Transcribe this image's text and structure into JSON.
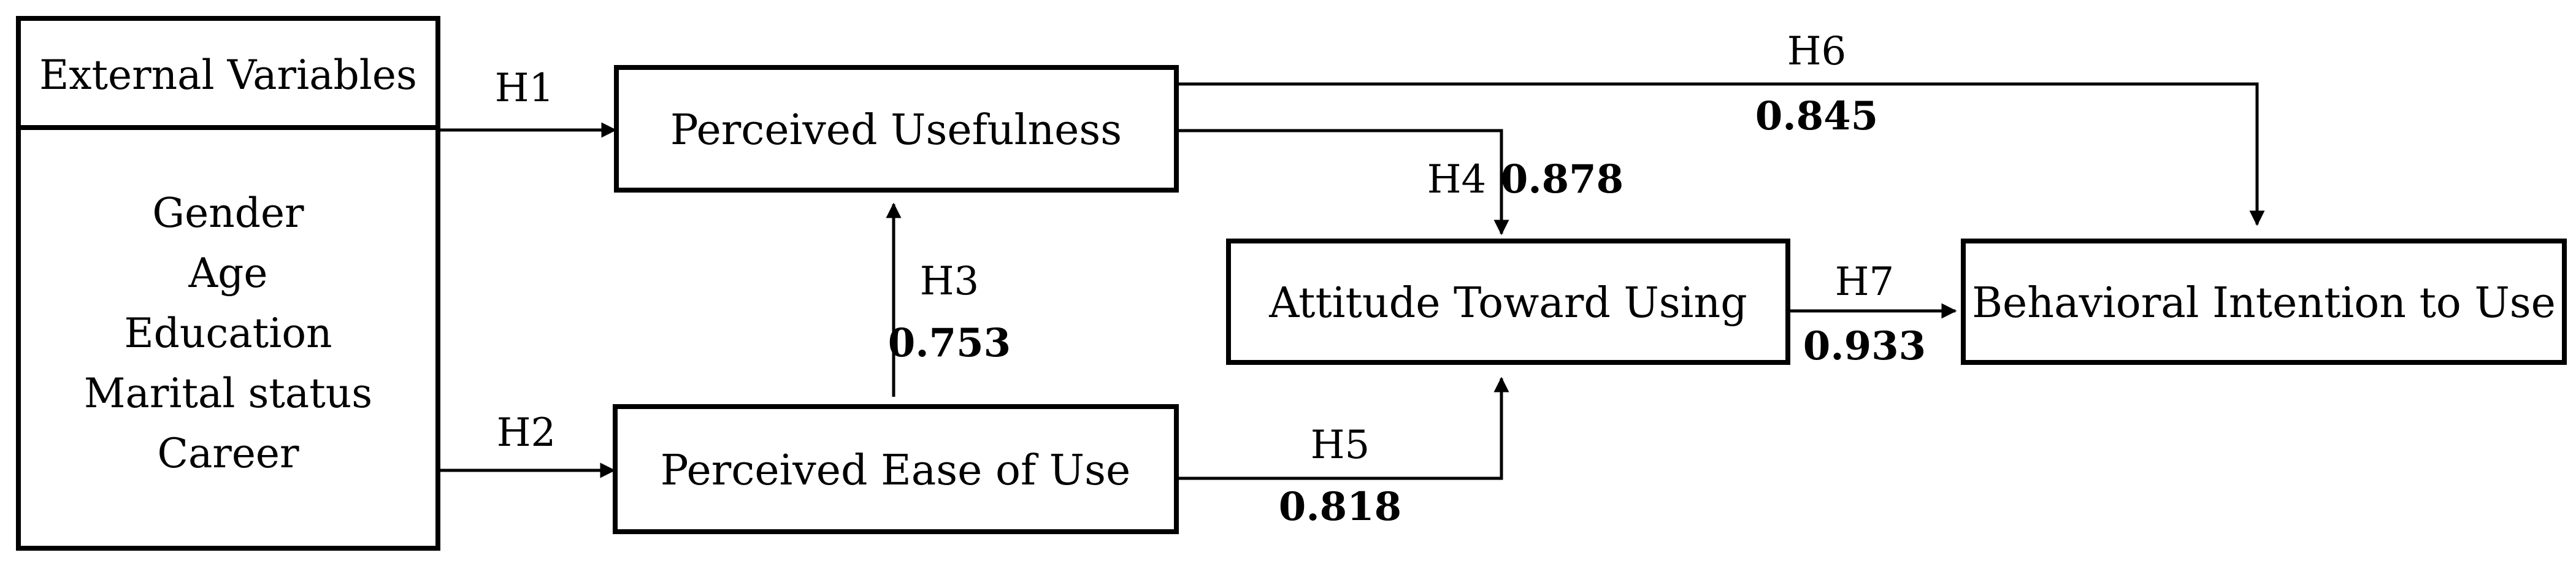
{
  "external": {
    "title": "External Variables",
    "items": [
      "Gender",
      "Age",
      "Education",
      "Marital status",
      "Career"
    ]
  },
  "nodes": {
    "pu": "Perceived Usefulness",
    "peou": "Perceived Ease of Use",
    "att": "Attitude Toward Using",
    "bi": "Behavioral Intention to Use"
  },
  "paths": {
    "h1": {
      "label": "H1"
    },
    "h2": {
      "label": "H2"
    },
    "h3": {
      "label": "H3",
      "coef": "0.753"
    },
    "h4": {
      "label": "H4",
      "coef": "0.878"
    },
    "h5": {
      "label": "H5",
      "coef": "0.818"
    },
    "h6": {
      "label": "H6",
      "coef": "0.845"
    },
    "h7": {
      "label": "H7",
      "coef": "0.933"
    }
  }
}
